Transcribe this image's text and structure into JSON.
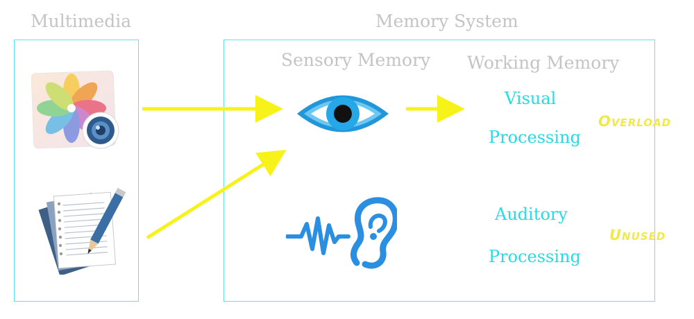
{
  "headings": {
    "multimedia": "Multimedia",
    "memory_system": "Memory System",
    "sensory_memory": "Sensory Memory",
    "working_memory": "Working Memory"
  },
  "channels": {
    "visual": {
      "line1": "Visual",
      "line2": "Processing",
      "status": "Overload"
    },
    "auditory": {
      "line1": "Auditory",
      "line2": "Processing",
      "status": "Unused"
    }
  },
  "icons": {
    "media_images": "photos-icon",
    "media_text": "document-pencil-icon",
    "eye": "eye-icon",
    "ear": "ear-soundwave-icon"
  },
  "colors": {
    "box_border": "#5fe3ec",
    "heading": "#c4c4c4",
    "processing_text": "#22dde8",
    "arrow": "#f7f21a",
    "annotation": "#f1e94a"
  }
}
